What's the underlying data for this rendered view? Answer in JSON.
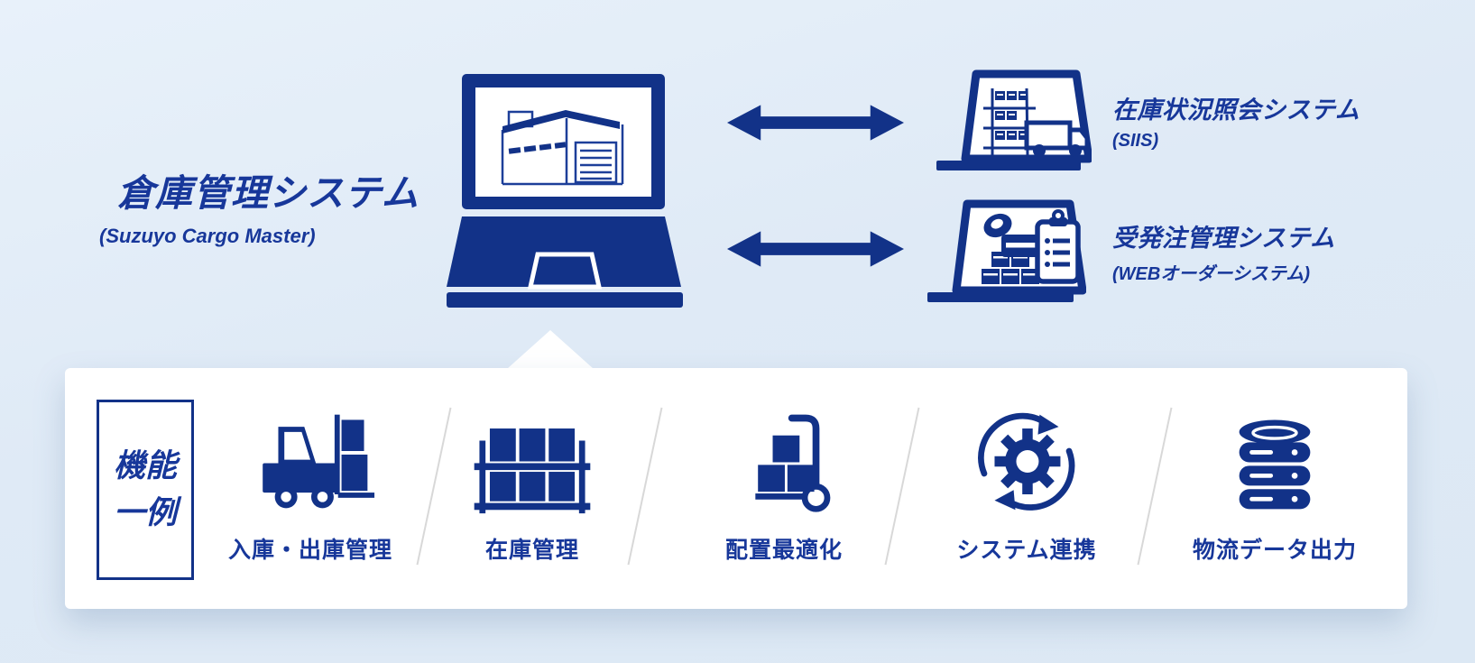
{
  "colors": {
    "navy": "#123288",
    "text_navy": "#17379a",
    "background": "#dfeaf6",
    "panel_background": "#ffffff",
    "divider": "#d8d8d8"
  },
  "main_system": {
    "title": "倉庫管理システム",
    "subtitle": "(Suzuyo Cargo Master)",
    "icon": "laptop-warehouse-icon"
  },
  "connections": [
    {
      "icon": "double-arrow-icon"
    },
    {
      "icon": "double-arrow-icon"
    }
  ],
  "linked_systems": [
    {
      "title": "在庫状況照会システム",
      "subtitle": "(SIIS)",
      "icon": "laptop-inventory-truck-icon"
    },
    {
      "title": "受発注管理システム",
      "subtitle": "(WEBオーダーシステム)",
      "icon": "laptop-order-clipboard-icon"
    }
  ],
  "features_panel": {
    "header": {
      "line1": "機能",
      "line2": "一例"
    },
    "features": [
      {
        "label": "入庫・出庫管理",
        "icon": "forklift-icon"
      },
      {
        "label": "在庫管理",
        "icon": "storage-rack-icon"
      },
      {
        "label": "配置最適化",
        "icon": "handtruck-boxes-icon"
      },
      {
        "label": "システム連携",
        "icon": "gear-sync-icon"
      },
      {
        "label": "物流データ出力",
        "icon": "database-icon"
      }
    ]
  }
}
